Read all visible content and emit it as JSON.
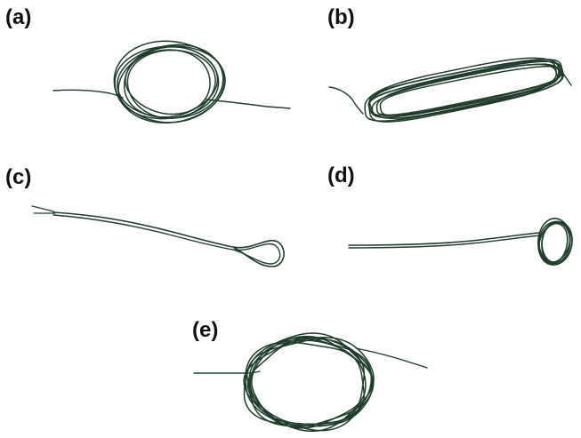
{
  "figure": {
    "stroke_color": "#1f3d2a",
    "background_color": "#ffffff",
    "panels": [
      {
        "id": "a",
        "label": "(a)"
      },
      {
        "id": "b",
        "label": "(b)"
      },
      {
        "id": "c",
        "label": "(c)"
      },
      {
        "id": "d",
        "label": "(d)"
      },
      {
        "id": "e",
        "label": "(e)"
      }
    ]
  }
}
